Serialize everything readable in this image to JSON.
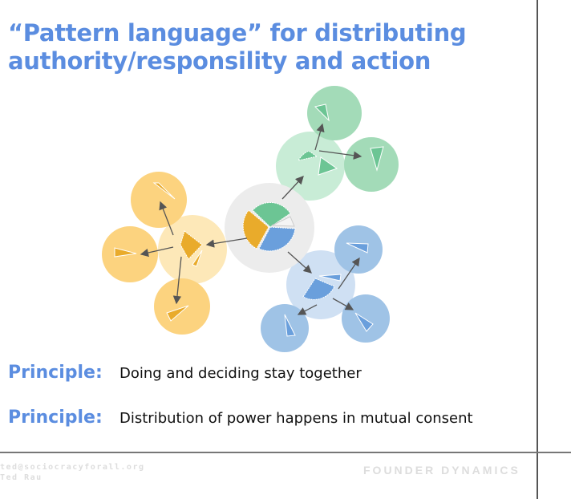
{
  "title_line1": "“Pattern language” for distributing",
  "title_line2": "authority/responsility and action",
  "principles": [
    {
      "label": "Principle:",
      "text": "Doing and deciding stay together"
    },
    {
      "label": "Principle:",
      "text": "Distribution of power happens in mutual consent"
    }
  ],
  "footer": {
    "email": "ted@sociocracyforall.org",
    "author": "Ted Rau",
    "brand": "FOUNDER DYNAMICS"
  },
  "colors": {
    "accent": "#5b8de0",
    "green": "#6cc594",
    "yellow": "#e9ab2b",
    "blue": "#6a9fdc"
  }
}
